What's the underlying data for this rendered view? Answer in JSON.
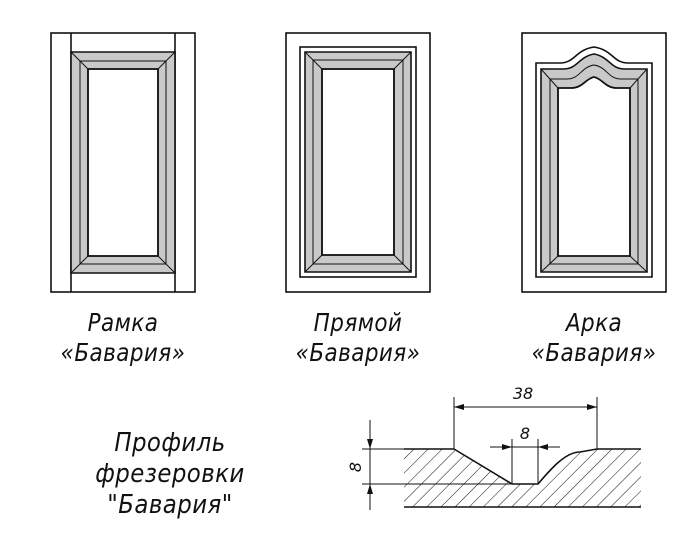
{
  "panels": [
    {
      "line1": "Рамка",
      "line2": "«Бавария»"
    },
    {
      "line1": "Прямой",
      "line2": "«Бавария»"
    },
    {
      "line1": "Арка",
      "line2": "«Бавария»"
    }
  ],
  "profile": {
    "line1": "Профиль фрезеровки",
    "line2": "\"Бавария\""
  },
  "dimensions": {
    "total_width": "38",
    "bottom_width": "8",
    "depth": "8"
  },
  "colors": {
    "line": "#111111",
    "panel_fill": "#c9c9c9",
    "background": "#ffffff"
  }
}
